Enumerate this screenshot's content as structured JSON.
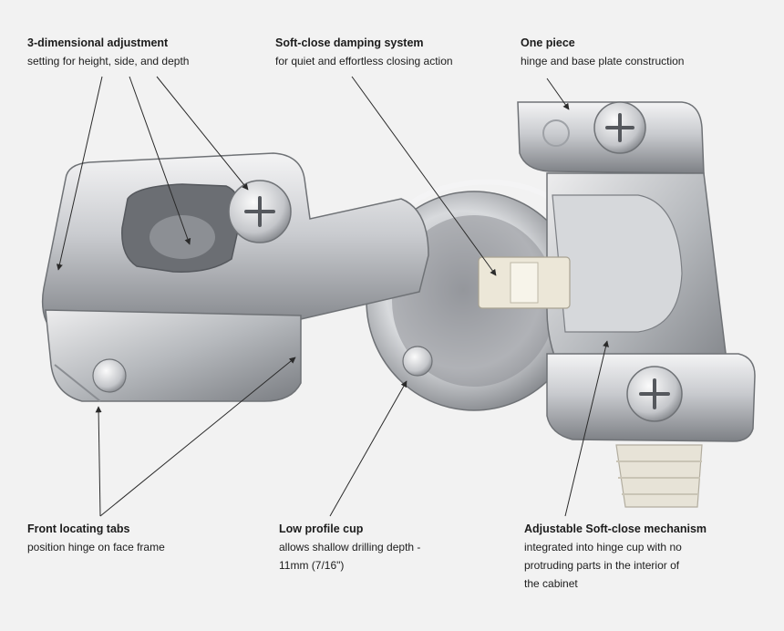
{
  "callouts": {
    "adjustment": {
      "title": "3-dimensional adjustment",
      "desc": "setting for height, side, and depth"
    },
    "damping": {
      "title": "Soft-close damping system",
      "desc": "for quiet and effortless closing action"
    },
    "one_piece": {
      "title": "One piece",
      "desc": "hinge and base plate construction"
    },
    "tabs": {
      "title": "Front locating tabs",
      "desc": "position hinge on face frame"
    },
    "cup": {
      "title": "Low profile cup",
      "desc": "allows shallow drilling depth -\n11mm (7/16\")"
    },
    "mechanism": {
      "title": "Adjustable Soft-close mechanism",
      "desc": "integrated into hinge cup with no\nprotruding parts in the interior of\nthe cabinet"
    }
  },
  "colors": {
    "background": "#f2f2f2",
    "metal_light": "#e6e6e8",
    "metal_mid": "#b9bbbf",
    "metal_dark": "#6f7276",
    "damper": "#ece7d8",
    "leader": "#2a2a2a"
  }
}
